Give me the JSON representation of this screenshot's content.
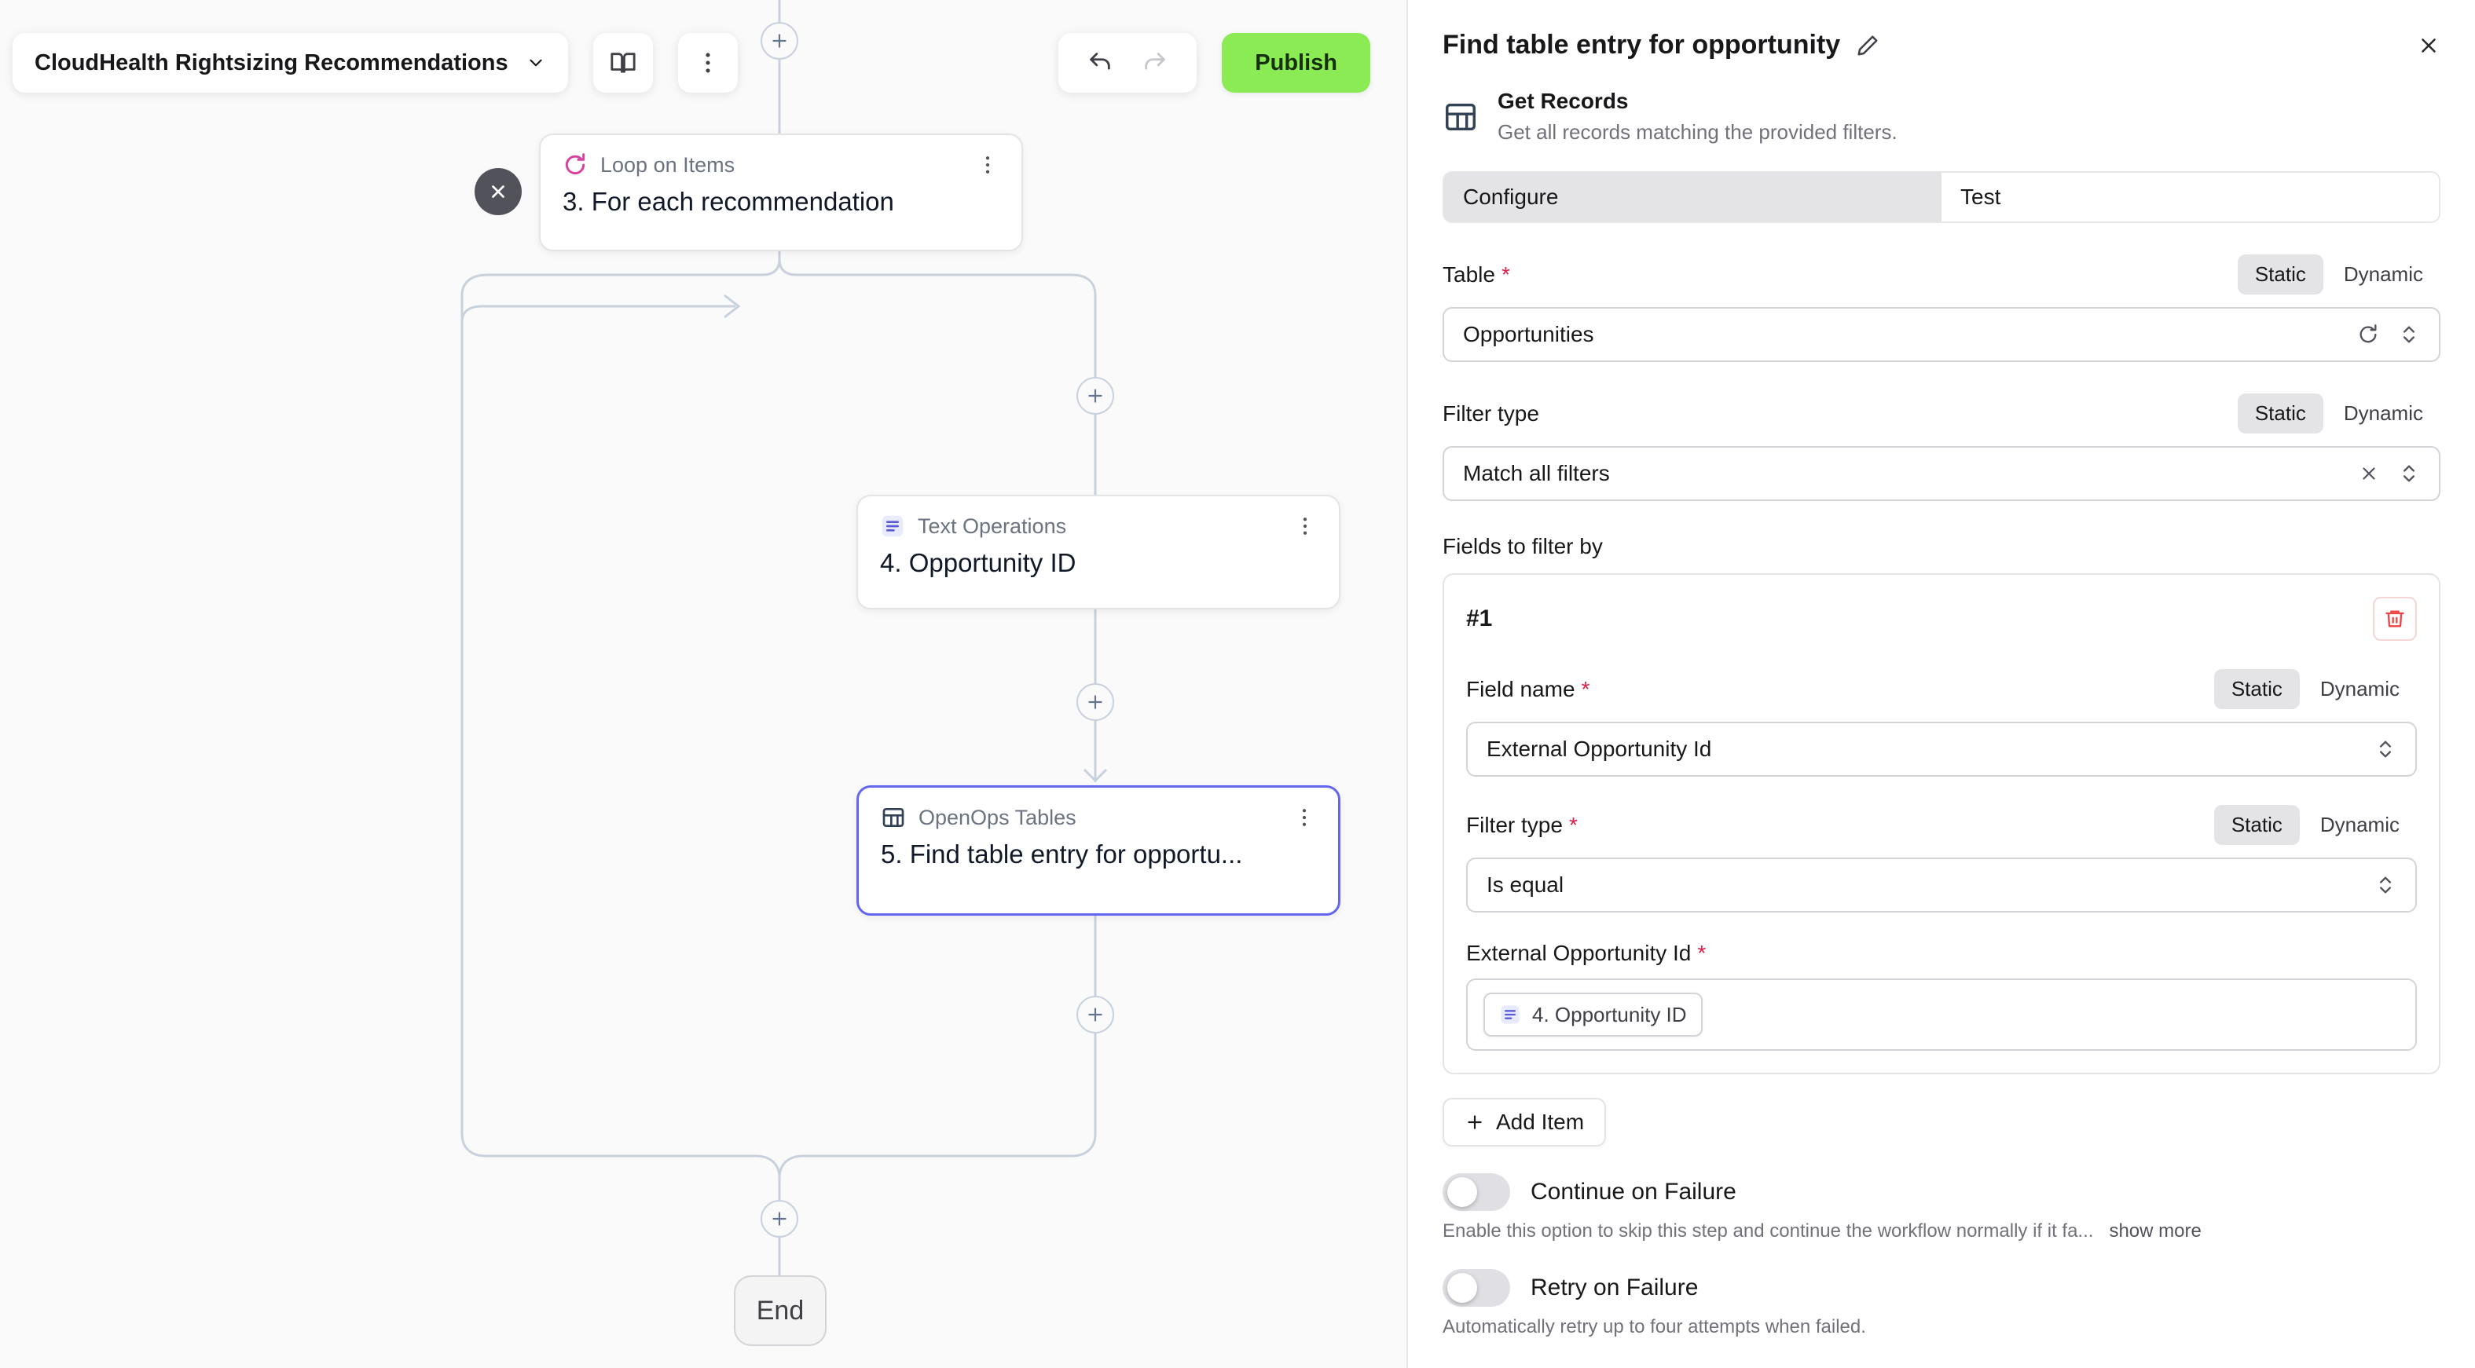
{
  "colors": {
    "publish_green": "#8BEB55",
    "selected_node_border": "#6366f1",
    "edge_gray": "#c9d1dc",
    "danger_red": "#ef4444",
    "loop_icon_pink": "#d6409f",
    "segment_active_bg": "#e4e4e7"
  },
  "canvas": {
    "flow_name": "CloudHealth Rightsizing Recommendations",
    "publish_label": "Publish",
    "end_label": "End",
    "nodes": [
      {
        "type": "Loop on Items",
        "title": "3. For each recommendation"
      },
      {
        "type": "Text Operations",
        "title": "4. Opportunity ID"
      },
      {
        "type": "OpenOps Tables",
        "title": "5. Find table entry for opportu..."
      }
    ]
  },
  "panel": {
    "title": "Find table entry for opportunity",
    "action_name": "Get Records",
    "action_description": "Get all records matching the provided filters.",
    "tabs": [
      "Configure",
      "Test"
    ],
    "required_mark": "*",
    "static_label": "Static",
    "dynamic_label": "Dynamic",
    "table_label": "Table",
    "table_value": "Opportunities",
    "filter_type_label": "Filter type",
    "filter_type_value": "Match all filters",
    "fields_to_filter_label": "Fields to filter by",
    "filter_item": {
      "index": "#1",
      "field_name_label": "Field name",
      "field_name_value": "External Opportunity Id",
      "filter_type_label": "Filter type",
      "filter_type_value": "Is equal",
      "value_label": "External Opportunity Id",
      "value_token": "4. Opportunity ID"
    },
    "add_item_label": "Add Item",
    "continue_on_failure": {
      "label": "Continue on Failure",
      "help": "Enable this option to skip this step and continue the workflow normally if it fa...",
      "show_more": "show more"
    },
    "retry_on_failure": {
      "label": "Retry on Failure",
      "help": "Automatically retry up to four attempts when failed."
    }
  }
}
